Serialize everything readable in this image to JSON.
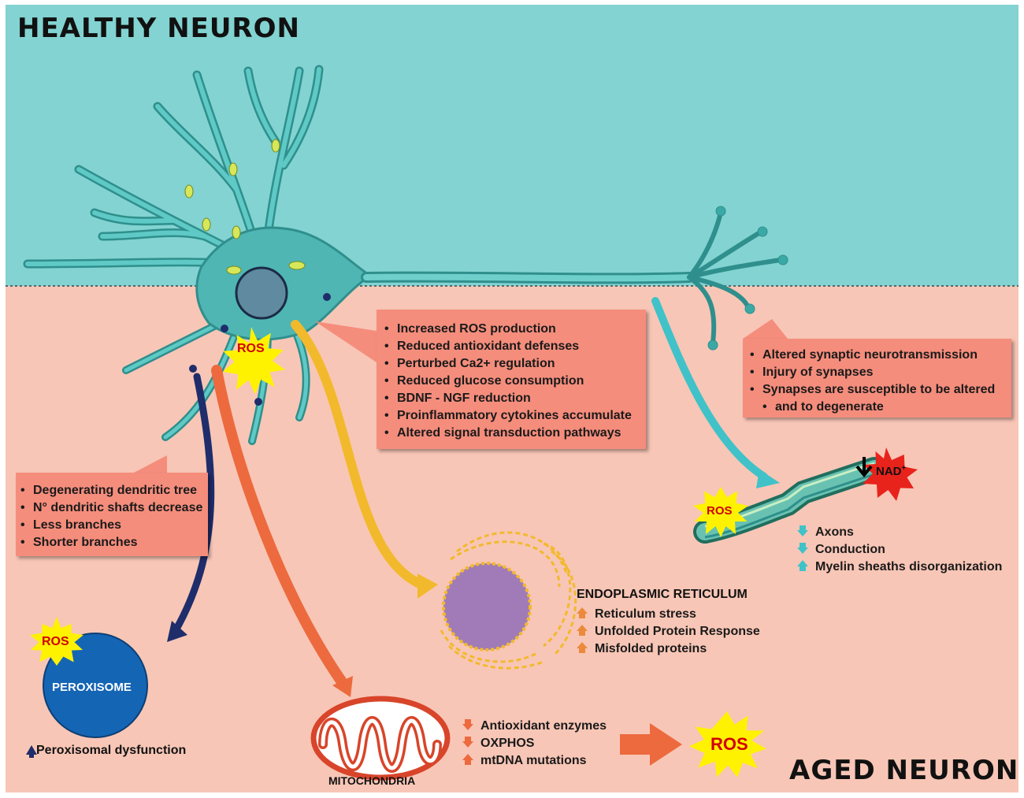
{
  "titles": {
    "healthy": "HEALTHY NEURON",
    "aged": "AGED NEURON"
  },
  "ros_label": "ROS",
  "soma_box": {
    "items": [
      "Increased ROS production",
      "Reduced antioxidant defenses",
      "Perturbed Ca2+ regulation",
      "Reduced glucose consumption",
      "BDNF - NGF reduction",
      "Proinflammatory cytokines accumulate",
      "Altered signal transduction pathways"
    ]
  },
  "synapse_box": {
    "items": [
      "Altered synaptic neurotransmission",
      "Injury of synapses",
      "Synapses are susceptible to be altered",
      "and to degenerate"
    ]
  },
  "dendrite_box": {
    "items": [
      "Degenerating dendritic tree",
      "N° dendritic shafts decrease",
      "Less branches",
      "Shorter branches"
    ]
  },
  "axon": {
    "nad_label": "NAD",
    "nad_superscript": "+",
    "items": [
      {
        "dir": "down",
        "text": "Axons"
      },
      {
        "dir": "down",
        "text": "Conduction"
      },
      {
        "dir": "up",
        "text": "Myelin sheaths disorganization"
      }
    ]
  },
  "er": {
    "title": "ENDOPLASMIC RETICULUM",
    "items": [
      {
        "dir": "up",
        "text": "Reticulum stress"
      },
      {
        "dir": "up",
        "text": "Unfolded Protein Response"
      },
      {
        "dir": "up",
        "text": "Misfolded proteins"
      }
    ]
  },
  "peroxisome": {
    "label": "PEROXISOME",
    "items": [
      {
        "dir": "up",
        "text": "Peroxisomal dysfunction"
      }
    ]
  },
  "mitochondria": {
    "label": "MITOCHONDRIA",
    "items": [
      {
        "dir": "down",
        "text": "Antioxidant enzymes"
      },
      {
        "dir": "down",
        "text": "OXPHOS"
      },
      {
        "dir": "up",
        "text": "mtDNA mutations"
      }
    ]
  },
  "colors": {
    "healthy_bg": "#82d3d1",
    "aged_bg": "#f8c6b6",
    "box": "#f58d7c",
    "neuron": "#3aa9a6",
    "ros_star": "#fff200",
    "ros_text": "#d00000",
    "nad_star": "#e8231c",
    "arrow_navy": "#1f2d6b",
    "arrow_orange": "#ec6a3e",
    "arrow_yellow": "#f2b92c",
    "arrow_teal": "#40c2c8",
    "peroxisome": "#1565b5",
    "er_nucleus": "#a07bb7",
    "er_membrane": "#f2b92c",
    "mito_outer": "#d8452a"
  }
}
